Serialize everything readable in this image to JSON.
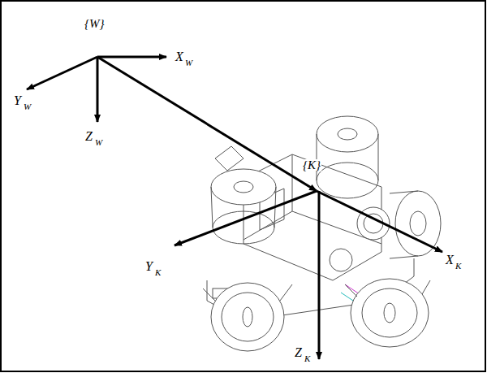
{
  "diagram": {
    "labels": [
      "{W}",
      "X",
      "W",
      "Y",
      "W",
      "Z",
      "W",
      "{K}",
      "X",
      "K",
      "Y",
      "K",
      "Z",
      "K"
    ]
  }
}
